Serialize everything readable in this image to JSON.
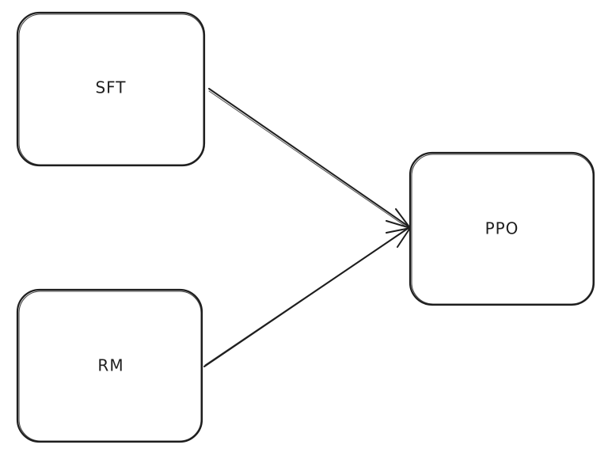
{
  "diagram": {
    "nodes": [
      {
        "id": "sft",
        "label": "SFT"
      },
      {
        "id": "rm",
        "label": "RM"
      },
      {
        "id": "ppo",
        "label": "PPO"
      }
    ],
    "edges": [
      {
        "from": "sft",
        "to": "ppo"
      },
      {
        "from": "rm",
        "to": "ppo"
      }
    ]
  },
  "colors": {
    "stroke": "#1e1e1e",
    "background": "#ffffff"
  }
}
